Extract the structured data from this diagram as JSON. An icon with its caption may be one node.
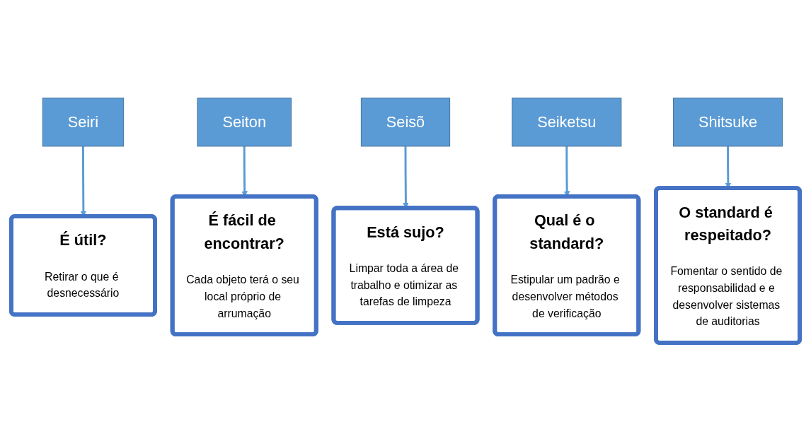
{
  "diagram": {
    "nodes": [
      {
        "text": [
          "Seiri"
        ]
      },
      {
        "text": [
          "Seiton"
        ]
      },
      {
        "text": [
          "Seisõ"
        ]
      },
      {
        "text": [
          "Seiketsu"
        ]
      },
      {
        "text": [
          "Shitsuke"
        ]
      },
      {
        "text": [
          "É útil?",
          "Retirar o que é desnecessário"
        ]
      },
      {
        "text": [
          "É fácil de encontrar?",
          "Cada objeto terá o seu local próprio de arrumação"
        ]
      },
      {
        "text": [
          "Está sujo?",
          "Limpar toda a área de trabalho e otimizar as tarefas de limpeza"
        ]
      },
      {
        "text": [
          "Qual é o standard?",
          "Estipular um padrão e desenvolver métodos de verificação"
        ]
      },
      {
        "text": [
          "O standard é respeitado?",
          "Fomentar o sentido de responsabilidad e e desenvolver sistemas de auditorias"
        ]
      }
    ],
    "edges": [
      {
        "from": 0,
        "to": 5,
        "arrow": "to"
      },
      {
        "from": 1,
        "to": 6,
        "arrow": "to"
      },
      {
        "from": 2,
        "to": 7,
        "arrow": "to"
      },
      {
        "from": 3,
        "to": 8,
        "arrow": "to"
      },
      {
        "from": 4,
        "to": 9,
        "arrow": "to"
      }
    ]
  }
}
